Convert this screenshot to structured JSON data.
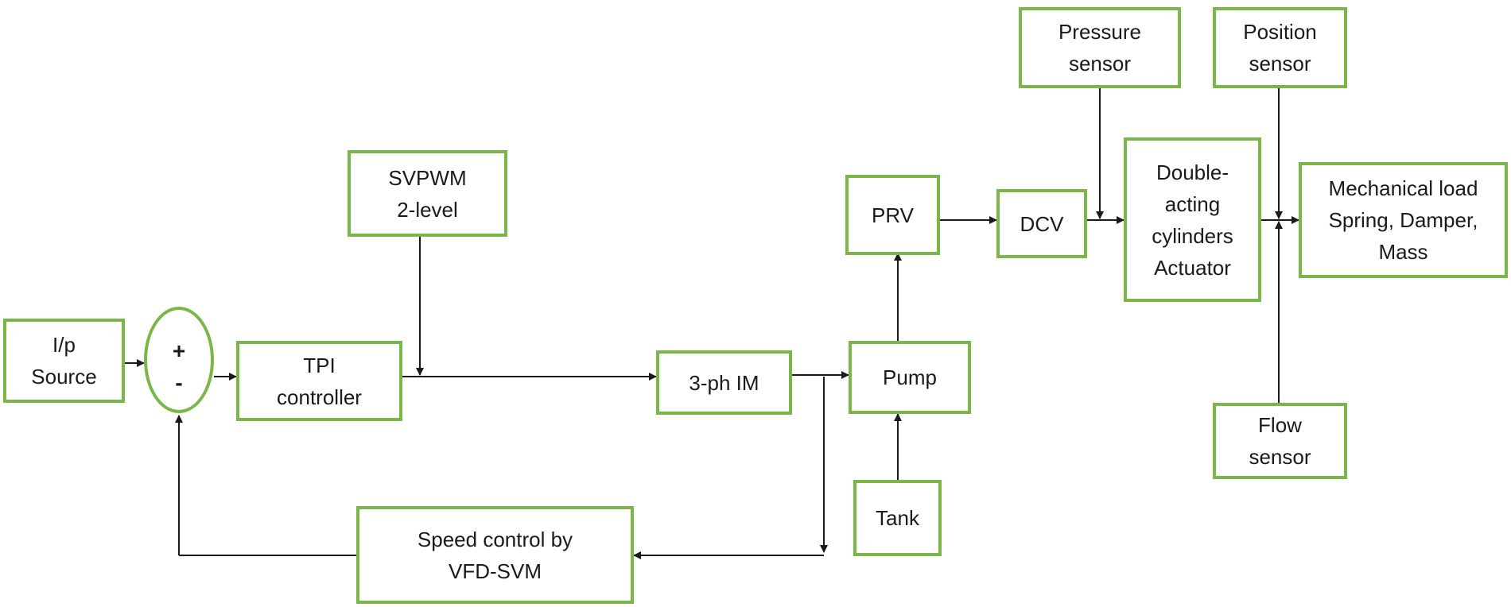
{
  "blocks": {
    "source": [
      "I/p",
      "Source"
    ],
    "tpi": [
      "TPI",
      "controller"
    ],
    "svpwm": [
      "SVPWM",
      "2-level"
    ],
    "im": [
      "3-ph IM"
    ],
    "speed": [
      "Speed control by",
      "VFD-SVM"
    ],
    "pump": [
      "Pump"
    ],
    "tank": [
      "Tank"
    ],
    "prv": [
      "PRV"
    ],
    "dcv": [
      "DCV"
    ],
    "pressure": [
      "Pressure",
      "sensor"
    ],
    "actuator": [
      "Double-",
      "acting",
      "cylinders",
      "Actuator"
    ],
    "position": [
      "Position",
      "sensor"
    ],
    "load": [
      "Mechanical load",
      "Spring, Damper,",
      "Mass"
    ],
    "flow": [
      "Flow",
      "sensor"
    ]
  },
  "sum": {
    "plus": "+",
    "minus": "-"
  },
  "colors": {
    "border": "#7ab648",
    "line": "#1a1a1a",
    "text": "#1a1a1a"
  }
}
